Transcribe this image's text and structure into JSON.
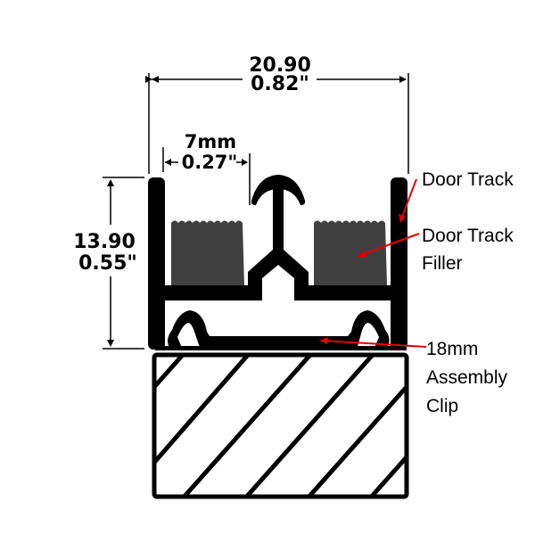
{
  "diagram": {
    "width_dimension": {
      "mm": "20.90",
      "inch": "0.82\""
    },
    "gap_dimension": {
      "mm": "7mm",
      "inch": "0.27\""
    },
    "height_dimension": {
      "mm": "13.90",
      "inch": "0.55\""
    },
    "labels": {
      "door_track": "Door Track",
      "filler_line1": "Door Track",
      "filler_line2": "Filler",
      "clip_line1": "18mm",
      "clip_line2": "Assembly",
      "clip_line3": "Clip"
    },
    "colors": {
      "profile": "#000000",
      "filler": "#404040",
      "arrow": "#e00000",
      "background": "#ffffff"
    }
  }
}
